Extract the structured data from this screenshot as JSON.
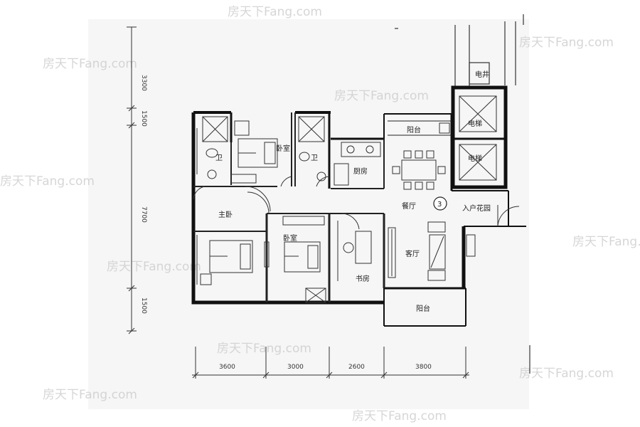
{
  "dimensions": {
    "vertical": [
      "3300",
      "1500",
      "7700",
      "1500"
    ],
    "horizontal": [
      "3600",
      "3000",
      "2600",
      "3800"
    ]
  },
  "rooms": {
    "bedroom_upper": "卧室",
    "bathroom_upper": "卫",
    "bathroom_upper2": "卫",
    "kitchen": "厨房",
    "balcony_kitchen": "阳台",
    "hall_marker": "3",
    "dining": "餐厅",
    "entrance": "入户花园",
    "master": "主卧",
    "bedroom_mid": "卧室",
    "study": "书房",
    "living": "客厅",
    "balcony_bottom": "阳台",
    "lift_1": "电梯",
    "lift_2": "电梯",
    "shaft": "电井"
  },
  "watermark": "房天下Fang.com"
}
